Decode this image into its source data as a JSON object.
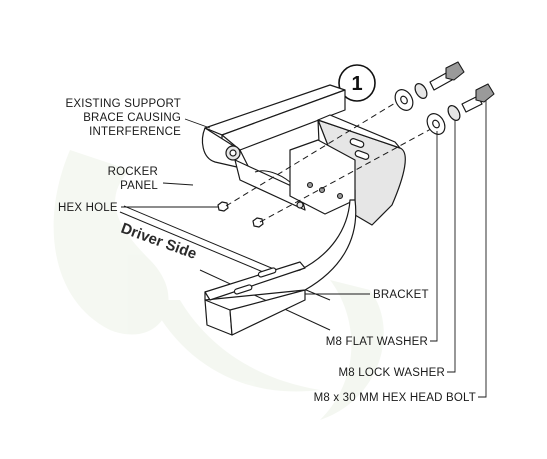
{
  "step_number": "1",
  "labels": {
    "brace_line1": "EXISTING SUPPORT",
    "brace_line2": "BRACE CAUSING",
    "brace_line3": "INTERFERENCE",
    "rocker_line1": "ROCKER",
    "rocker_line2": "PANEL",
    "hex_hole": "HEX HOLE",
    "side": "Driver Side",
    "bracket": "BRACKET",
    "flat_washer": "M8 FLAT WASHER",
    "lock_washer": "M8 LOCK WASHER",
    "bolt": "M8 x 30 MM HEX HEAD BOLT"
  }
}
